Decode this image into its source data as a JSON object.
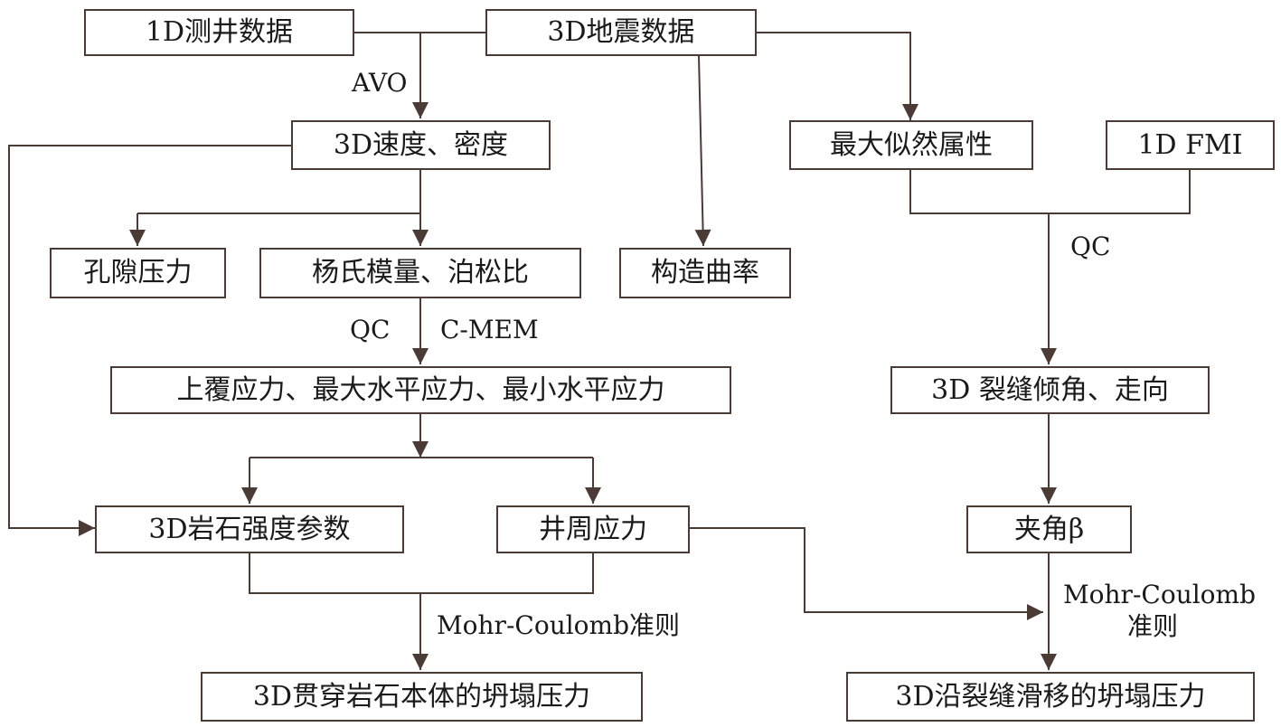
{
  "colors": {
    "line": "#4a3b35",
    "text": "#1a1a1a",
    "background": "#ffffff"
  },
  "nodes": {
    "well_data": "1D测井数据",
    "seismic_data": "3D地震数据",
    "velocity_density": "3D速度、密度",
    "max_likelihood": "最大似然属性",
    "fmi": "1D FMI",
    "pore_pressure": "孔隙压力",
    "youngs_poisson": "杨氏模量、泊松比",
    "structural_curvature": "构造曲率",
    "stresses": "上覆应力、最大水平应力、最小水平应力",
    "fracture_dip_strike": "3D 裂缝倾角、走向",
    "rock_strength": "3D岩石强度参数",
    "wellbore_stress": "井周应力",
    "angle_beta": "夹角β",
    "collapse_rock": "3D贯穿岩石本体的坍塌压力",
    "collapse_fracture": "3D沿裂缝滑移的坍塌压力"
  },
  "labels": {
    "avo": "AVO",
    "qc_right": "QC",
    "qc_left": "QC",
    "cmem": "C-MEM",
    "mohr_left": "Mohr-Coulomb准则",
    "mohr_right_1": "Mohr-Coulomb",
    "mohr_right_2": "准则"
  }
}
